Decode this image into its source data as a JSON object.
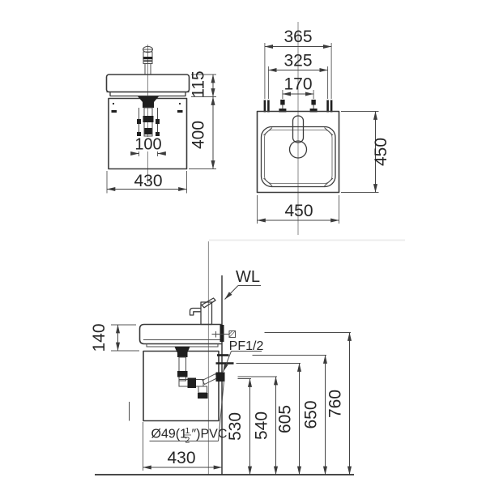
{
  "front": {
    "width": "430",
    "basin_height": "115",
    "cabinet_height": "400",
    "drain_spacing": "100"
  },
  "top": {
    "overall_width": "365",
    "tap_hole_outer": "325",
    "tap_hole_spacing": "170",
    "depth": "450",
    "width": "450"
  },
  "side": {
    "apron_height": "140",
    "depth": "430",
    "wall_line_label": "WL",
    "supply_label": "PF1/2",
    "drain_label_prefix": "Ø49(1",
    "drain_frac_num": "1",
    "drain_frac_den": "2",
    "drain_label_suffix": "″)PVC",
    "height_1": "530",
    "height_2": "540",
    "height_3": "605",
    "height_4": "650",
    "height_5": "760"
  }
}
